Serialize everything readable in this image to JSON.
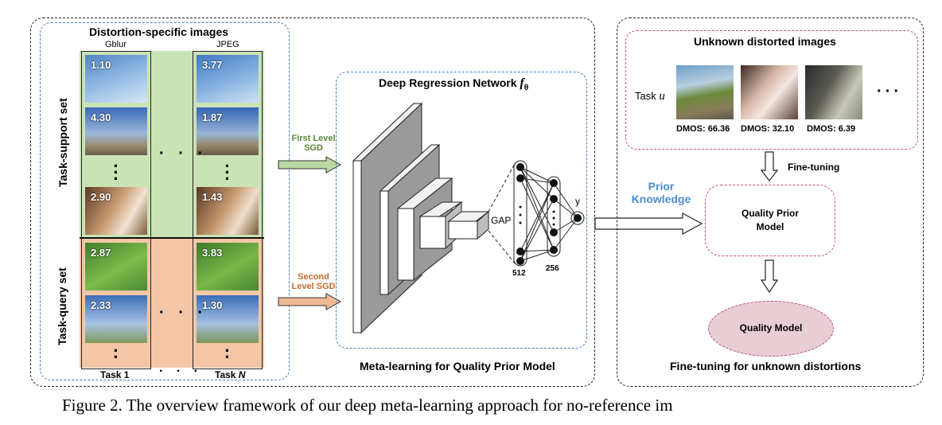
{
  "left_panel": {
    "title": "Distortion-specific images",
    "col1_label": "Gblur",
    "col2_label": "JPEG",
    "support_label": "Task-support set",
    "query_label": "Task-query set",
    "task1_label": "Task 1",
    "taskn_label": "Task N",
    "support_scores_col1": [
      "1.10",
      "4.30",
      "2.90"
    ],
    "support_scores_col2": [
      "3.77",
      "1.87",
      "1.43"
    ],
    "query_scores_col1": [
      "2.87",
      "2.33"
    ],
    "query_scores_col2": [
      "3.83",
      "1.30"
    ],
    "dots": "· · ·",
    "support_bg": "#c9e3b5",
    "query_bg": "#f5c6a6"
  },
  "middle_panel": {
    "title": "Deep Regression Network",
    "title_symbol": "f",
    "title_subscript": "θ",
    "first_level_line1": "First Level",
    "first_level_line2": "SGD",
    "second_level_line1": "Second",
    "second_level_line2": "Level SGD",
    "gap_label": "GAP",
    "y_label": "y",
    "layer1_count": "512",
    "layer2_count": "256",
    "caption": "Meta-learning for Quality Prior Model",
    "first_level_color": "#5a8a3a",
    "second_level_color": "#c86a2a"
  },
  "right_panel": {
    "unknown_title": "Unknown distorted images",
    "task_label": "Task",
    "task_var": "u",
    "dmos": [
      "DMOS: 66.36",
      "DMOS: 32.10",
      "DMOS: 6.39"
    ],
    "fine_tuning_label": "Fine-tuning",
    "prior_knowledge_line1": "Prior",
    "prior_knowledge_line2": "Knowledge",
    "prior_model_line1": "Quality Prior",
    "prior_model_line2": "Model",
    "quality_model": "Quality Model",
    "caption": "Fine-tuning for unknown distortions",
    "prior_knowledge_color": "#4a8fd0",
    "quality_model_fill": "#e8cdd4"
  },
  "figure_caption": "Figure 2. The overview framework of our deep meta-learning approach for no-reference im"
}
